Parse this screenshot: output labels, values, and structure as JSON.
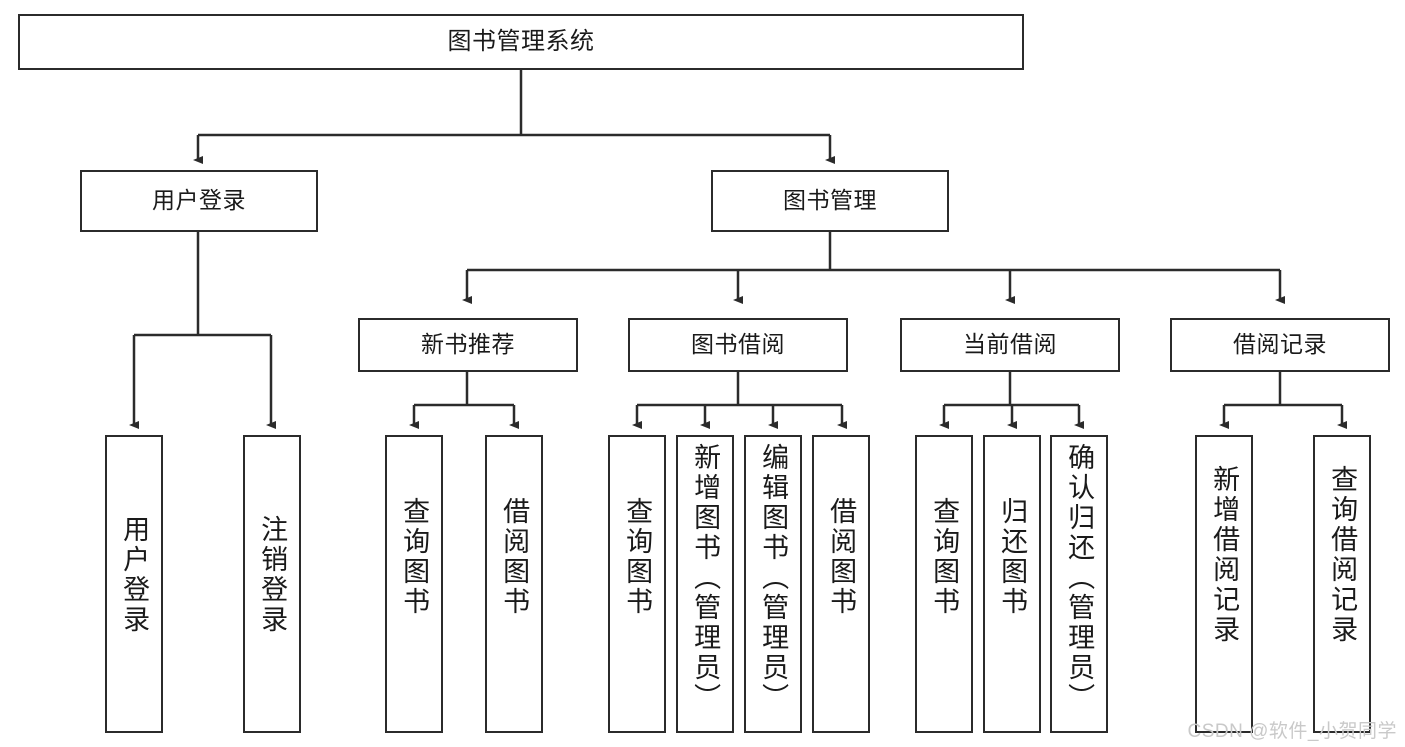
{
  "diagram": {
    "title": "图书管理系统",
    "type": "tree",
    "root": {
      "label": "图书管理系统"
    },
    "level1": [
      {
        "id": "user-login",
        "label": "用户登录"
      },
      {
        "id": "book-management",
        "label": "图书管理"
      }
    ],
    "level2": [
      {
        "id": "new-book-recommend",
        "label": "新书推荐",
        "parent": "book-management"
      },
      {
        "id": "book-borrow",
        "label": "图书借阅",
        "parent": "book-management"
      },
      {
        "id": "current-borrow",
        "label": "当前借阅",
        "parent": "book-management"
      },
      {
        "id": "borrow-record",
        "label": "借阅记录",
        "parent": "book-management"
      }
    ],
    "leaves": [
      {
        "id": "leaf-user-login",
        "label": "用户登录",
        "parent": "user-login"
      },
      {
        "id": "leaf-user-logout",
        "label": "注销登录",
        "parent": "user-login"
      },
      {
        "id": "leaf-query-book-1",
        "label": "查询图书",
        "parent": "new-book-recommend"
      },
      {
        "id": "leaf-borrow-book-1",
        "label": "借阅图书",
        "parent": "new-book-recommend"
      },
      {
        "id": "leaf-query-book-2",
        "label": "查询图书",
        "parent": "book-borrow"
      },
      {
        "id": "leaf-add-book",
        "label": "新增图书（管理员）",
        "parent": "book-borrow"
      },
      {
        "id": "leaf-edit-book",
        "label": "编辑图书（管理员）",
        "parent": "book-borrow"
      },
      {
        "id": "leaf-borrow-book-2",
        "label": "借阅图书",
        "parent": "book-borrow"
      },
      {
        "id": "leaf-query-book-3",
        "label": "查询图书",
        "parent": "current-borrow"
      },
      {
        "id": "leaf-return-book",
        "label": "归还图书",
        "parent": "current-borrow"
      },
      {
        "id": "leaf-confirm-return",
        "label": "确认归还（管理员）",
        "parent": "current-borrow"
      },
      {
        "id": "leaf-add-record",
        "label": "新增借阅记录",
        "parent": "borrow-record"
      },
      {
        "id": "leaf-query-record",
        "label": "查询借阅记录",
        "parent": "borrow-record"
      }
    ],
    "colors": {
      "stroke": "#2b2b2b",
      "fill": "#ffffff",
      "text": "#1a1a1a",
      "watermark": "#c9c9c9"
    }
  },
  "watermark": {
    "text": "CSDN @软件_小贺同学"
  }
}
